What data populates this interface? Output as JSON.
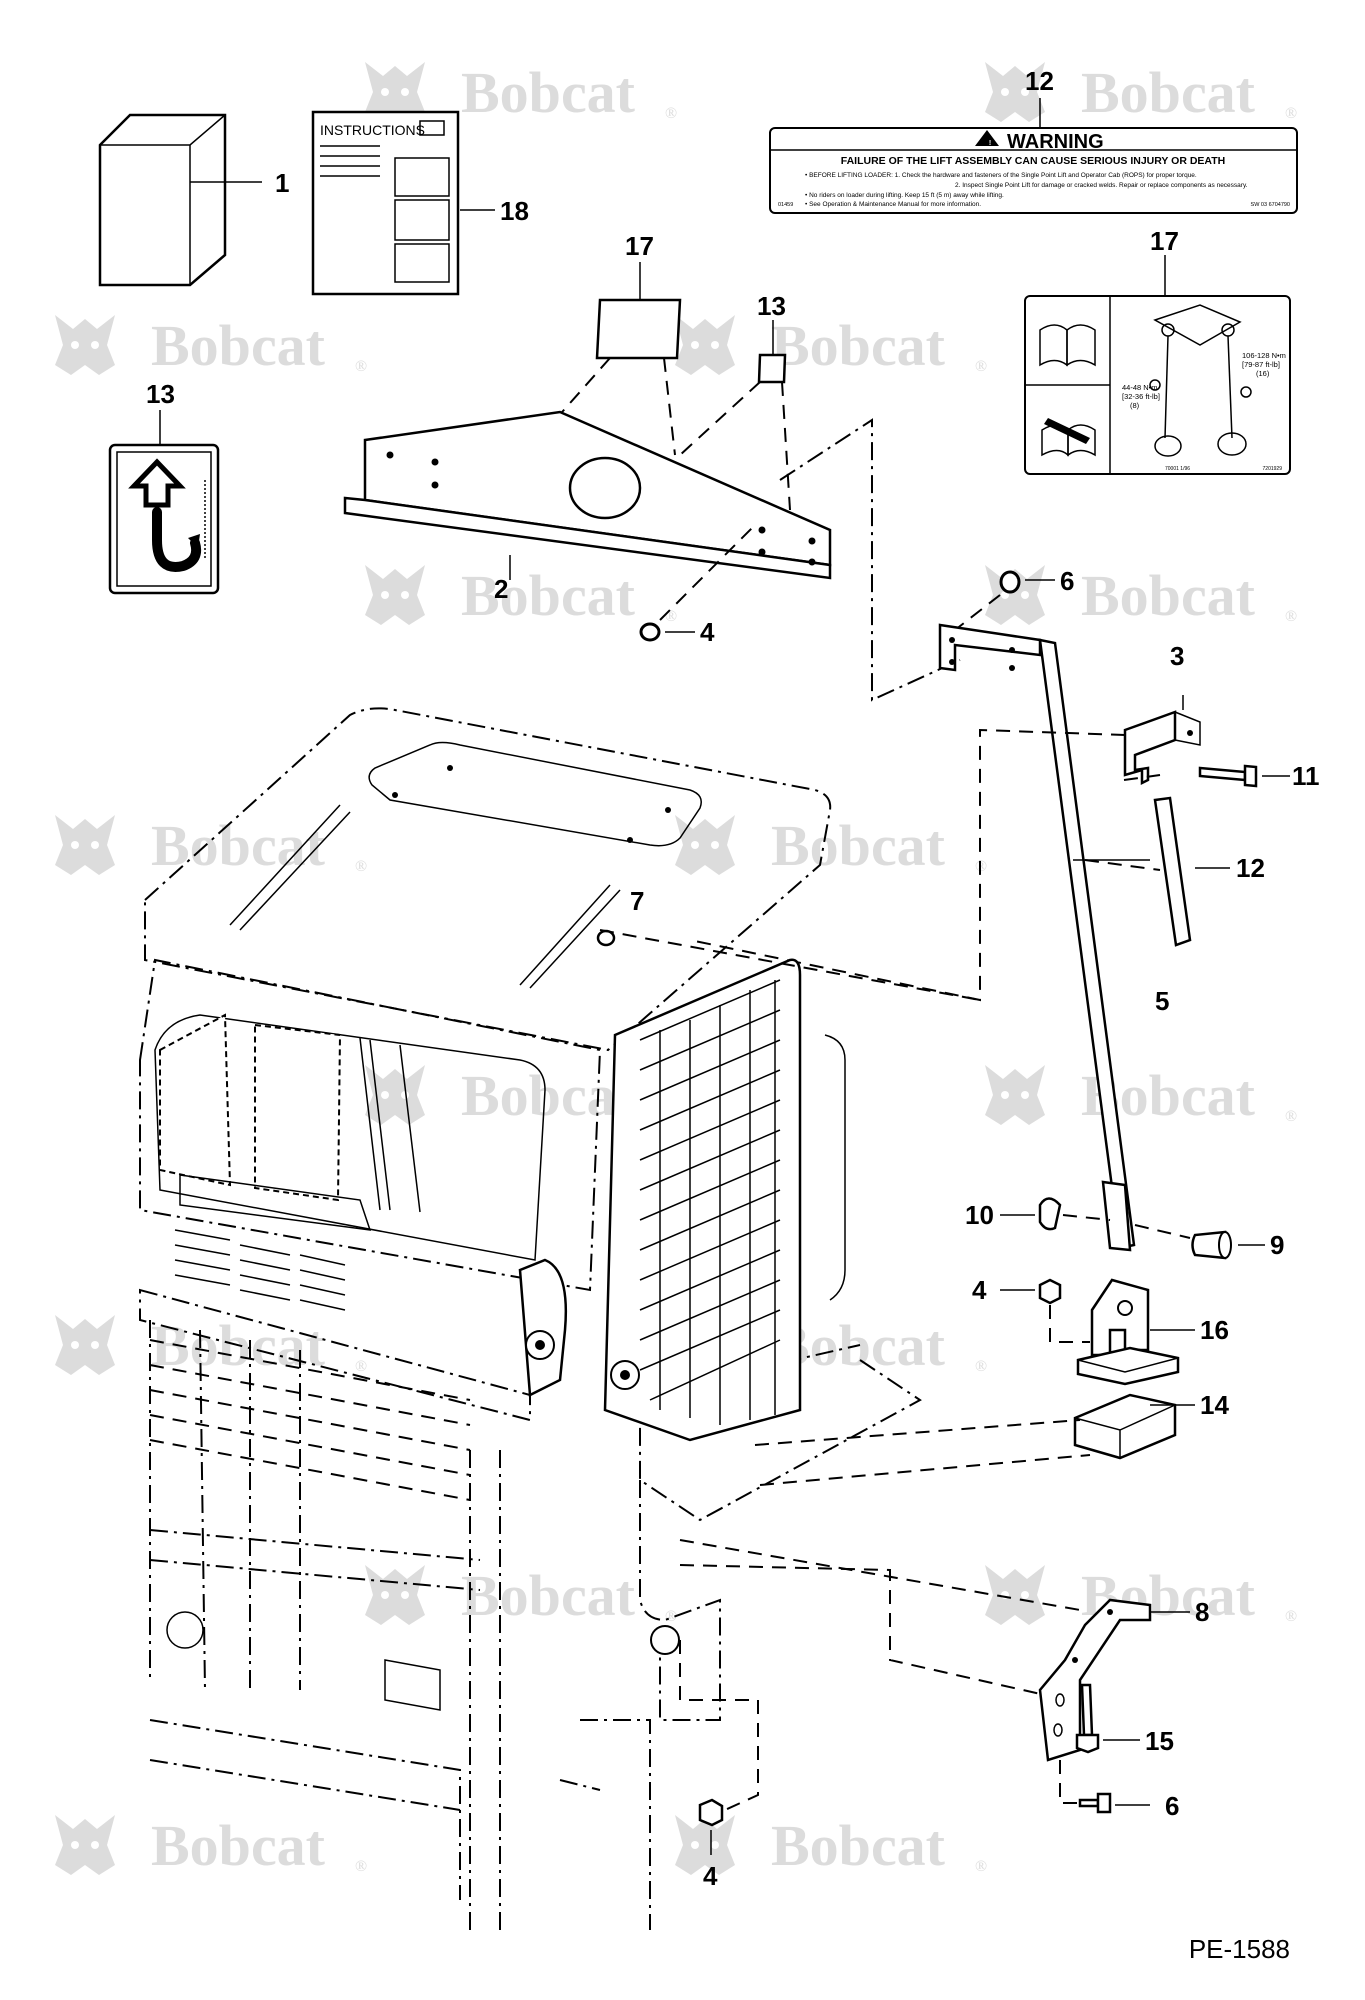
{
  "watermark": {
    "brand": "Bobcat",
    "trademark": "®",
    "color": "#d9d9d9"
  },
  "drawing_id": "PE-1588",
  "instructions_sheet": {
    "header": "INSTRUCTIONS"
  },
  "warning_decal": {
    "title": "WARNING",
    "subtitle": "FAILURE OF THE LIFT ASSEMBLY CAN CAUSE SERIOUS INJURY OR DEATH",
    "lines": [
      "• BEFORE LIFTING LOADER:   1. Check the hardware and fasteners of the Single Point Lift and Operator Cab (ROPS) for proper torque.",
      "2. Inspect Single Point Lift for damage or cracked welds. Repair or replace components as necessary.",
      "• No riders on loader during lifting. Keep 15 ft (5 m) away while lifting.",
      "• See Operation & Maintenance Manual for more information."
    ],
    "left_code": "01459",
    "right_code": "SW 03 6704790"
  },
  "torque_decal": {
    "torque_a_line1": "44-48 N•m",
    "torque_a_line2": "[32-36 ft-lb]",
    "torque_a_line3": "(8)",
    "torque_b_line1": "106-128 N•m",
    "torque_b_line2": "[79-87 ft-lb]",
    "torque_b_line3": "(16)",
    "bottom_left_code": "70001 1/96",
    "bottom_right_code": "7201929"
  },
  "callouts": {
    "c1": "1",
    "c18": "18",
    "c12a": "12",
    "c17a": "17",
    "c13a": "13",
    "c17b": "17",
    "c13b": "13",
    "c2": "2",
    "c4a": "4",
    "c6a": "6",
    "c3": "3",
    "c11": "11",
    "c12b": "12",
    "c7": "7",
    "c5": "5",
    "c10": "10",
    "c9": "9",
    "c4b": "4",
    "c16": "16",
    "c14": "14",
    "c8": "8",
    "c15": "15",
    "c6b": "6",
    "c4c": "4"
  }
}
